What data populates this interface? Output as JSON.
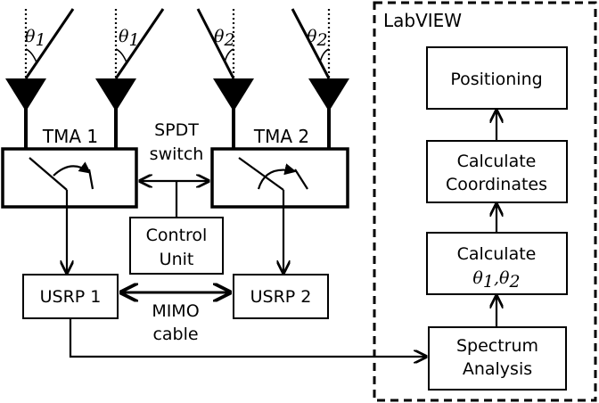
{
  "labview_title": "LabVIEW",
  "blocks": {
    "positioning": "Positioning",
    "calc_coords": [
      "Calculate",
      "Coordinates"
    ],
    "calc_theta": "Calculate",
    "spectrum": [
      "Spectrum",
      "Analysis"
    ],
    "control_unit": [
      "Control",
      "Unit"
    ],
    "usrp1": "USRP 1",
    "usrp2": "USRP 2",
    "tma1": "TMA 1",
    "tma2": "TMA 2"
  },
  "labels": {
    "spdt": [
      "SPDT",
      "switch"
    ],
    "mimo": [
      "MIMO",
      "cable"
    ]
  },
  "angles": {
    "theta": "θ",
    "sub1": "1",
    "sub2": "2",
    "comma": ","
  }
}
